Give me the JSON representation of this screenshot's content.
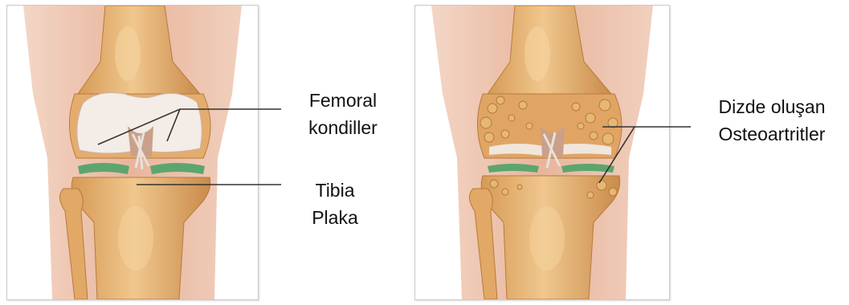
{
  "left_panel": {
    "femoral_label": {
      "line1": "Femoral",
      "line2": "kondiller"
    },
    "tibia_label": {
      "line1": "Tibia",
      "line2": "Plaka"
    }
  },
  "right_panel": {
    "osteoarthritis_label": {
      "line1": "Dizde oluşan",
      "line2": "Osteoartritler"
    }
  },
  "colors": {
    "skin": "#e9b9a0",
    "bone": "#e6b47a",
    "bone_shadow": "#c98f4e",
    "cartilage": "#f4ece6",
    "meniscus": "#5da56e",
    "leader_line": "#333333",
    "osteophyte": "#d9a45e"
  },
  "icons": {
    "healthy_knee": "healthy-knee-illustration",
    "osteoarthritic_knee": "osteoarthritic-knee-illustration"
  }
}
